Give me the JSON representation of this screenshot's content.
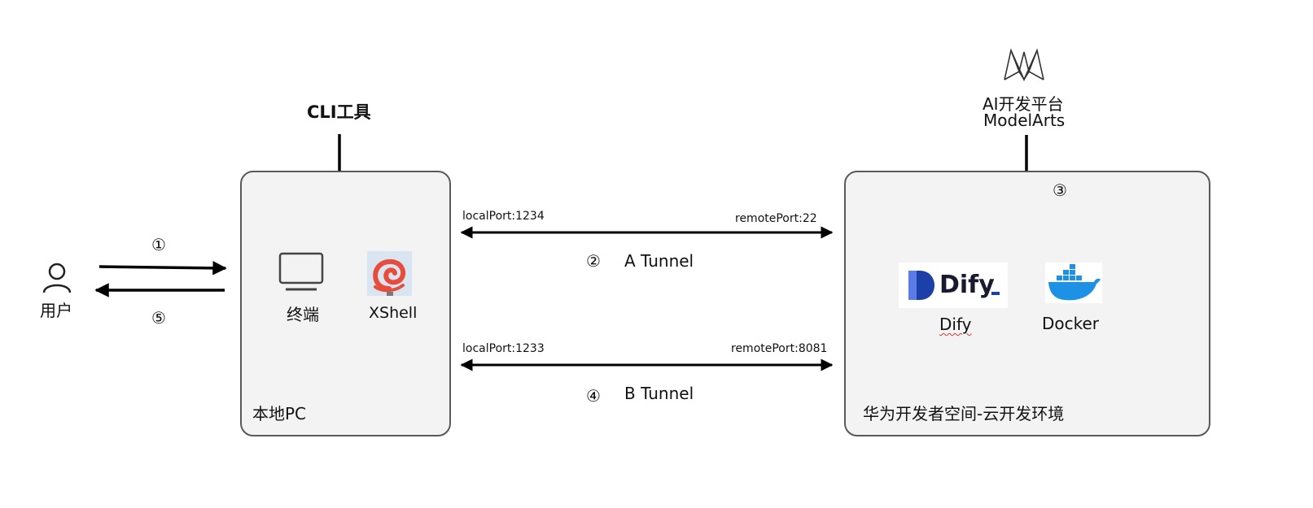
{
  "user": {
    "label": "用户"
  },
  "steps": {
    "s1": "①",
    "s2": "②",
    "s3": "③",
    "s4": "④",
    "s5": "⑤"
  },
  "cli": {
    "label": "CLI工具"
  },
  "local_pc": {
    "title": "本地PC",
    "terminal_label": "终端",
    "xshell_label": "XShell"
  },
  "ai_platform": {
    "line1": "AI开发平台",
    "line2": "ModelArts"
  },
  "cloud_env": {
    "title": "华为开发者空间-云开发环境",
    "dify_logo_text": "Dify",
    "dify_label": "Dify",
    "docker_label": "Docker"
  },
  "tunnel_a": {
    "label": "A Tunnel",
    "local_port": "localPort:1234",
    "remote_port": "remotePort:22"
  },
  "tunnel_b": {
    "label": "B Tunnel",
    "local_port": "localPort:1233",
    "remote_port": "remotePort:8081"
  },
  "colors": {
    "box_fill": "#f3f3f3",
    "box_border": "#595959",
    "arrow": "#000000",
    "xshell": "#e84c3d",
    "docker": "#1d91e6",
    "dify": "#1c3fa8"
  }
}
